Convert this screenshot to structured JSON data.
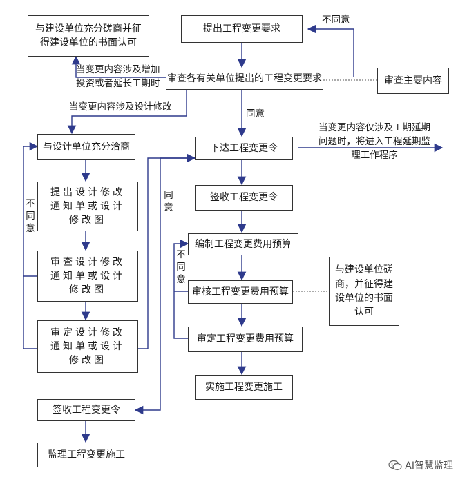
{
  "nodes": {
    "propose": "提出工程变更要求",
    "negotiate_owner_top": "与建设单位充分磋商并征得建设单位的书面认可",
    "review_request": "审查各有关单位提出的工程变更要求",
    "review_main": "审查主要内容",
    "issue_order": "下达工程变更令",
    "consult_designer": "与设计单位充分洽商",
    "sign_order_right": "签收工程变更令",
    "design_notice": "提出设计修改通知单或设计修改图",
    "compile_budget": "编制工程变更费用预算",
    "review_design": "审查设计修改通知单或设计修改图",
    "audit_budget": "审核工程变更费用预算",
    "negotiate_owner_right": "与建设单位磋商，并征得建设单位的书面认可",
    "approve_design": "审定设计修改通知单或设计修改图",
    "finalize_budget": "审定工程变更费用预算",
    "implement": "实施工程变更施工",
    "sign_order_left": "签收工程变更令",
    "supervise": "监理工程变更施工"
  },
  "labels": {
    "disagree_top": "不同意",
    "cond_invest_1": "当变更内容涉及增加",
    "cond_invest_2": "投资或者延长工期时",
    "cond_design": "当变更内容涉及设计修改",
    "agree_center": "同意",
    "cond_extension_1": "当变更内容仅涉及工期延期",
    "cond_extension_2": "问题时，将进入工程延期监",
    "cond_extension_3": "理工作程序",
    "disagree_left": "不同意",
    "agree_left": "同意",
    "disagree_right": "不同意"
  },
  "watermark": {
    "text": "AI智慧监理",
    "icon": "wechat-icon"
  },
  "colors": {
    "arrow": "#2e3a8c",
    "line": "#333333"
  }
}
